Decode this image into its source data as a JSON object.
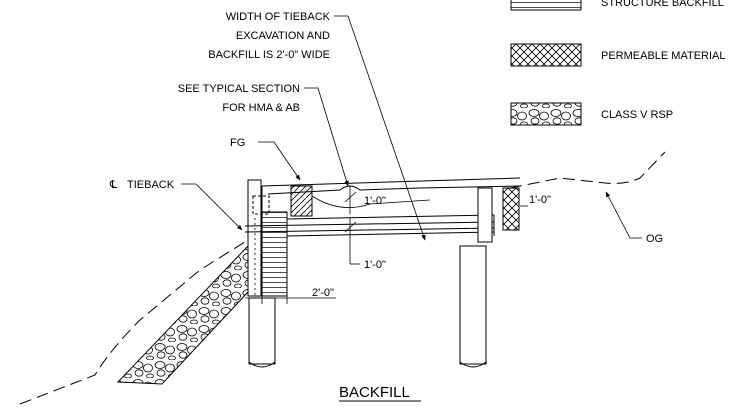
{
  "legend": {
    "structure_backfill": "STRUCTURE BACKFILL",
    "permeable_material": "PERMEABLE MATERIAL",
    "class_v_rsp": "CLASS V RSP"
  },
  "callouts": {
    "tieback_width_line1": "WIDTH OF TIEBACK",
    "tieback_width_line2": "EXCAVATION AND",
    "tieback_width_line3": "BACKFILL IS 2'-0\" WIDE",
    "typical_section_line1": "SEE TYPICAL SECTION",
    "typical_section_line2": "FOR HMA & AB",
    "fg": "FG",
    "cl_symbol": "℄",
    "tieback": "TIEBACK",
    "og": "OG"
  },
  "dimensions": {
    "upper_offset": "1'-0\"",
    "lower_offset": "1'-0\"",
    "right_offset": "1'-0\"",
    "base_width": "2'-0\""
  },
  "title": "BACKFILL"
}
